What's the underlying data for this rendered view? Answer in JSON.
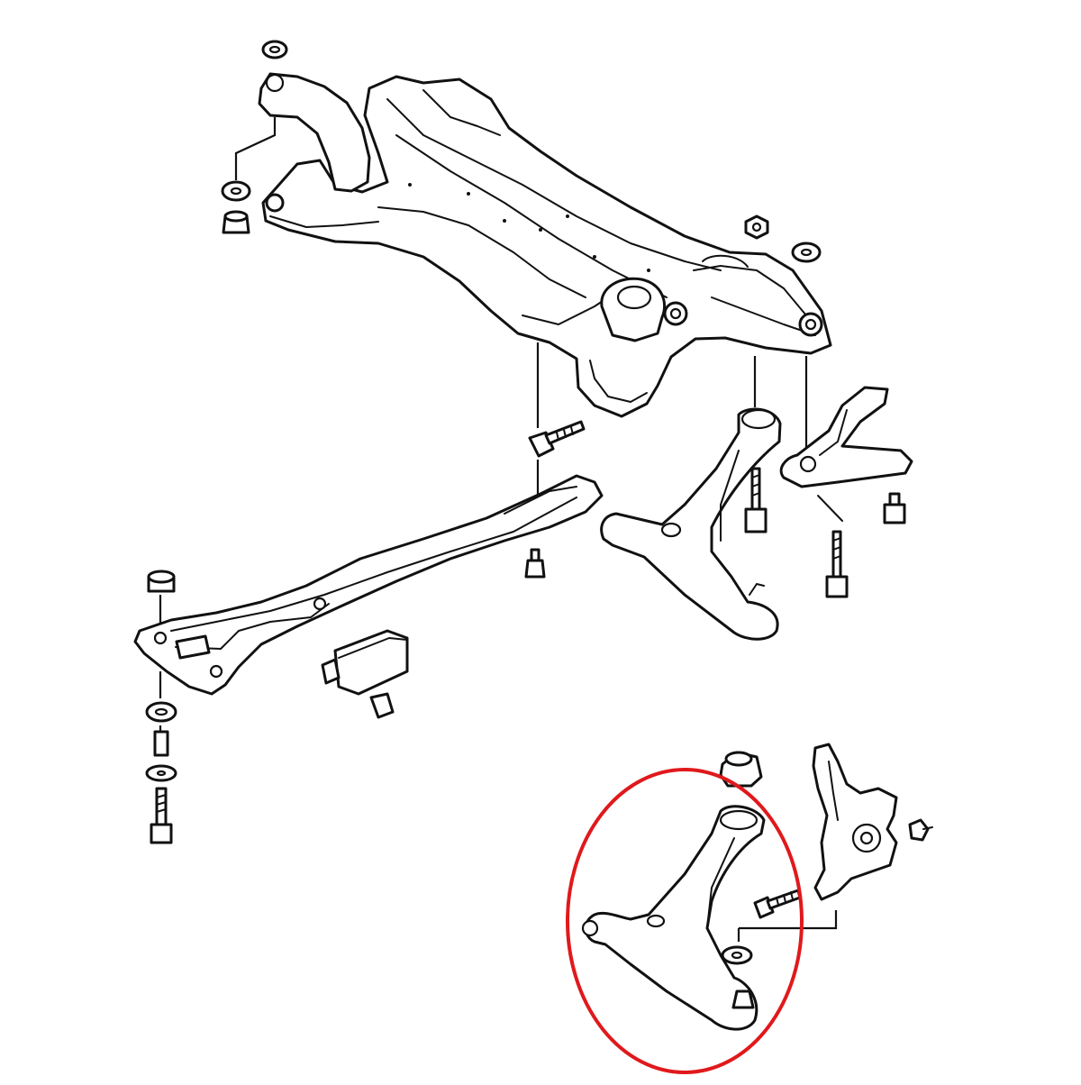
{
  "diagram": {
    "type": "exploded-parts-drawing",
    "parts": [
      "front-subframe-crossmember",
      "longitudinal-member",
      "lower-control-arm-left",
      "lower-control-arm-right-highlighted",
      "steering-knuckle",
      "bracket-arm",
      "mount-bushing",
      "bolts-nuts-washers"
    ],
    "highlight": {
      "shape": "ellipse",
      "color": "#e0191c",
      "target": "lower-control-arm-right-highlighted"
    },
    "colors": {
      "line": "#111111",
      "fill": "#ffffff",
      "highlight": "#e0191c"
    }
  }
}
